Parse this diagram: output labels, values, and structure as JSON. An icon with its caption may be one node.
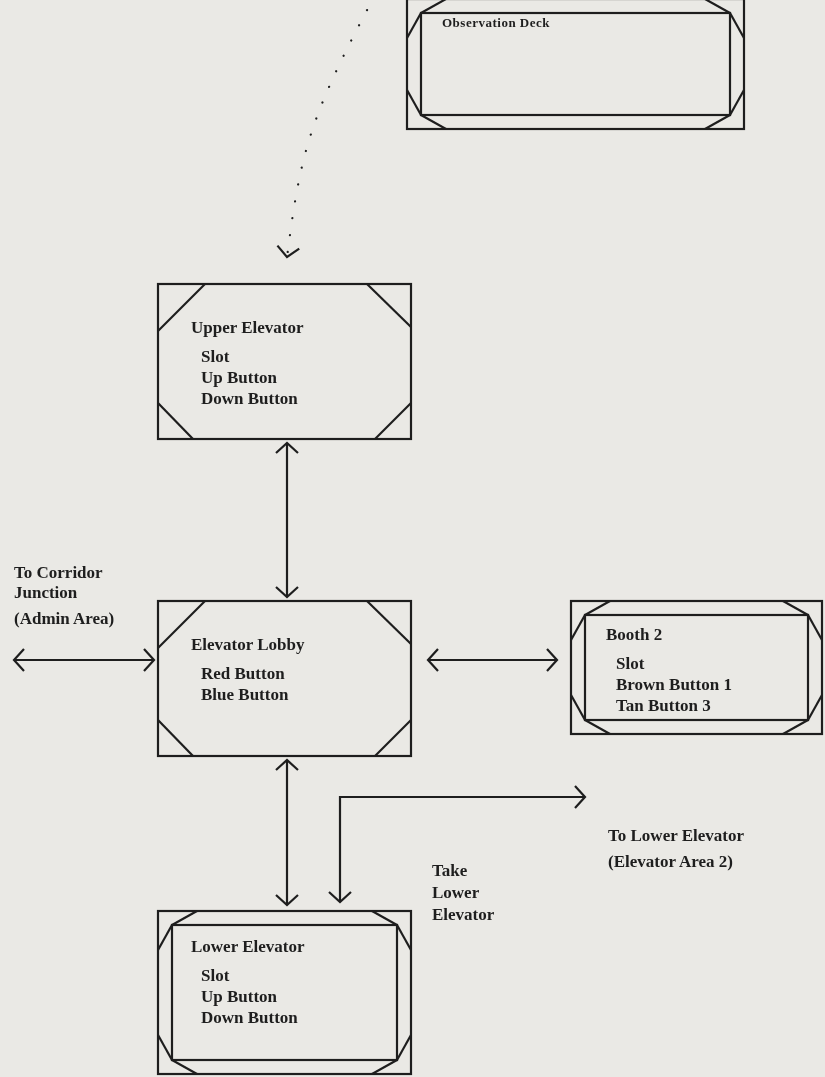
{
  "diagram": {
    "nodes": [
      {
        "text": [
          "Observation Deck"
        ]
      },
      {
        "text": [
          "Upper Elevator",
          "Slot",
          "Up Button",
          "Down Button"
        ]
      },
      {
        "text": [
          "Elevator Lobby",
          "Red Button",
          "Blue Button"
        ]
      },
      {
        "text": [
          "Booth 2",
          "Slot",
          "Brown Button 1",
          "Tan Button 3"
        ]
      },
      {
        "text": [
          "Lower Elevator",
          "Slot",
          "Up Button",
          "Down Button"
        ]
      },
      {
        "text": [
          "To Corridor Junction",
          "(Admin Area)"
        ]
      },
      {
        "text": [
          "To Lower Elevator",
          "(Elevator Area 2)"
        ]
      }
    ],
    "edges": [
      {
        "from": null,
        "to": 1,
        "arrow": "to",
        "style": "dashed"
      },
      {
        "from": 1,
        "to": 2,
        "arrow": "both"
      },
      {
        "from": 5,
        "to": 2,
        "arrow": "both"
      },
      {
        "from": 2,
        "to": 3,
        "arrow": "both"
      },
      {
        "from": 2,
        "to": 4,
        "arrow": "both"
      },
      {
        "from": 4,
        "to": 6,
        "arrow": "both",
        "label": "Take Lower Elevator"
      }
    ]
  }
}
